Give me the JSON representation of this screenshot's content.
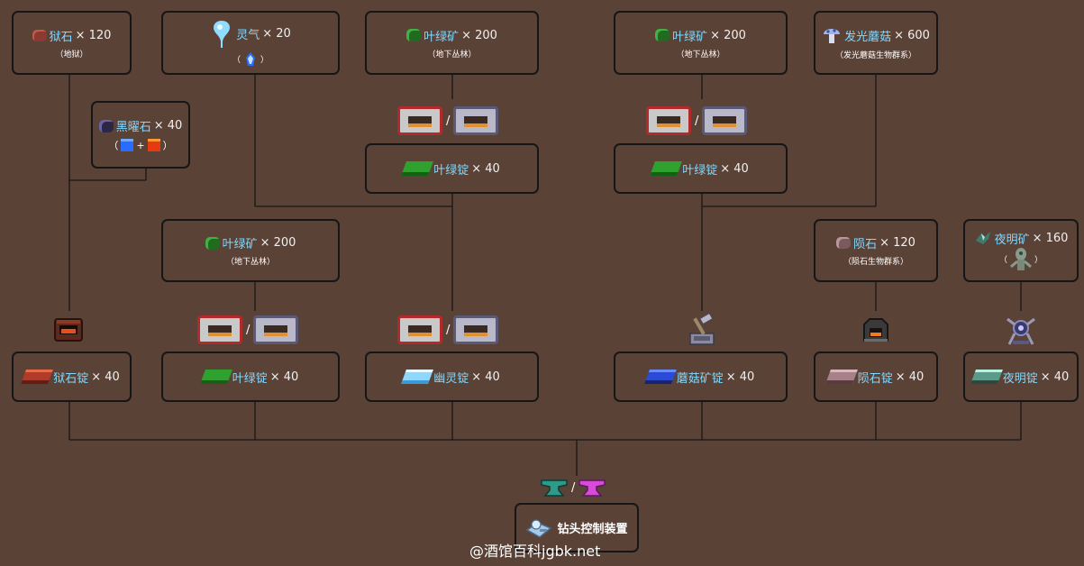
{
  "nodes": {
    "hellstone": {
      "name": "狱石",
      "qty": "× 120",
      "sub": "（地狱）"
    },
    "soul": {
      "name": "灵气",
      "qty": "× 20",
      "sub_open": "（",
      "sub_close": "）"
    },
    "chloro_ore_1": {
      "name": "叶绿矿",
      "qty": "× 200",
      "sub": "（地下丛林）"
    },
    "chloro_ore_2": {
      "name": "叶绿矿",
      "qty": "× 200",
      "sub": "（地下丛林）"
    },
    "shroom": {
      "name": "发光蘑菇",
      "qty": "× 600",
      "sub": "（发光蘑菇生物群系）"
    },
    "obsidian": {
      "name": "黑曜石",
      "qty": "× 40",
      "sub_open": "（",
      "plus": "+",
      "sub_close": "）"
    },
    "chloro_bar_1": {
      "name": "叶绿锭",
      "qty": "× 40"
    },
    "chloro_bar_2": {
      "name": "叶绿锭",
      "qty": "× 40"
    },
    "chloro_ore_3": {
      "name": "叶绿矿",
      "qty": "× 200",
      "sub": "（地下丛林）"
    },
    "meteorite": {
      "name": "陨石",
      "qty": "× 120",
      "sub": "（陨石生物群系）"
    },
    "luminite": {
      "name": "夜明矿",
      "qty": "× 160",
      "sub_open": "（",
      "sub_close": "）"
    },
    "hellstone_bar": {
      "name": "狱石锭",
      "qty": "× 40"
    },
    "chloro_bar_3": {
      "name": "叶绿锭",
      "qty": "× 40"
    },
    "ecto_bar": {
      "name": "幽灵锭",
      "qty": "× 40"
    },
    "shroom_bar": {
      "name": "蘑菇矿锭",
      "qty": "× 40"
    },
    "meteor_bar": {
      "name": "陨石锭",
      "qty": "× 40"
    },
    "luminite_bar": {
      "name": "夜明锭",
      "qty": "× 40"
    },
    "drill": {
      "name": "钻头控制装置"
    }
  },
  "separator": "/",
  "watermark": "@酒馆百科jgbk.net",
  "colors": {
    "background": "#5b4237",
    "border": "#161616",
    "line": "#161616",
    "item_name": "#7fd8ff"
  }
}
